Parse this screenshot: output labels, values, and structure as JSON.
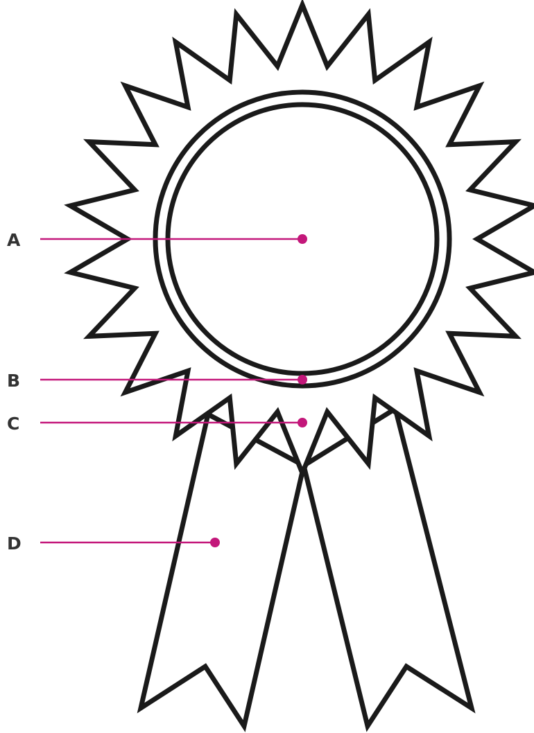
{
  "colors": {
    "outline": "#1a1a1a",
    "background": "#ffffff",
    "accent": "#c3177a"
  },
  "labels": [
    {
      "id": "a",
      "text": "A"
    },
    {
      "id": "b",
      "text": "B"
    },
    {
      "id": "c",
      "text": "C"
    },
    {
      "id": "d",
      "text": "D"
    }
  ]
}
